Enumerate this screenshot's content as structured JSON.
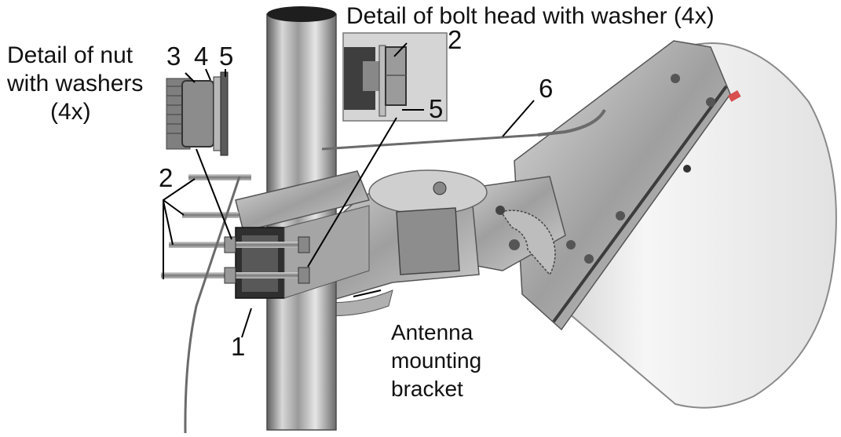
{
  "labels": {
    "bolt_detail_title": "Detail of bolt head with washer (4x)",
    "nut_detail_title_line1": "Detail of nut",
    "nut_detail_title_line2": "with washers",
    "nut_detail_title_line3": "(4x)",
    "callout_1": "1",
    "callout_2_bracket": "2",
    "callout_2_detail": "2",
    "callout_3": "3",
    "callout_4": "4",
    "callout_5_nut": "5",
    "callout_5_detail": "5",
    "callout_6": "6",
    "bracket_line1": "Antenna",
    "bracket_line2": "mounting",
    "bracket_line3": "bracket"
  },
  "colors": {
    "pole_steel": "#a9a9a9",
    "bracket_steel": "#c4c4c4",
    "antenna_body": "#f1f1f1",
    "antenna_edge": "#8a8a8a",
    "cable": "#6b6b6b",
    "text": "#111111",
    "leader_line": "#000000"
  }
}
